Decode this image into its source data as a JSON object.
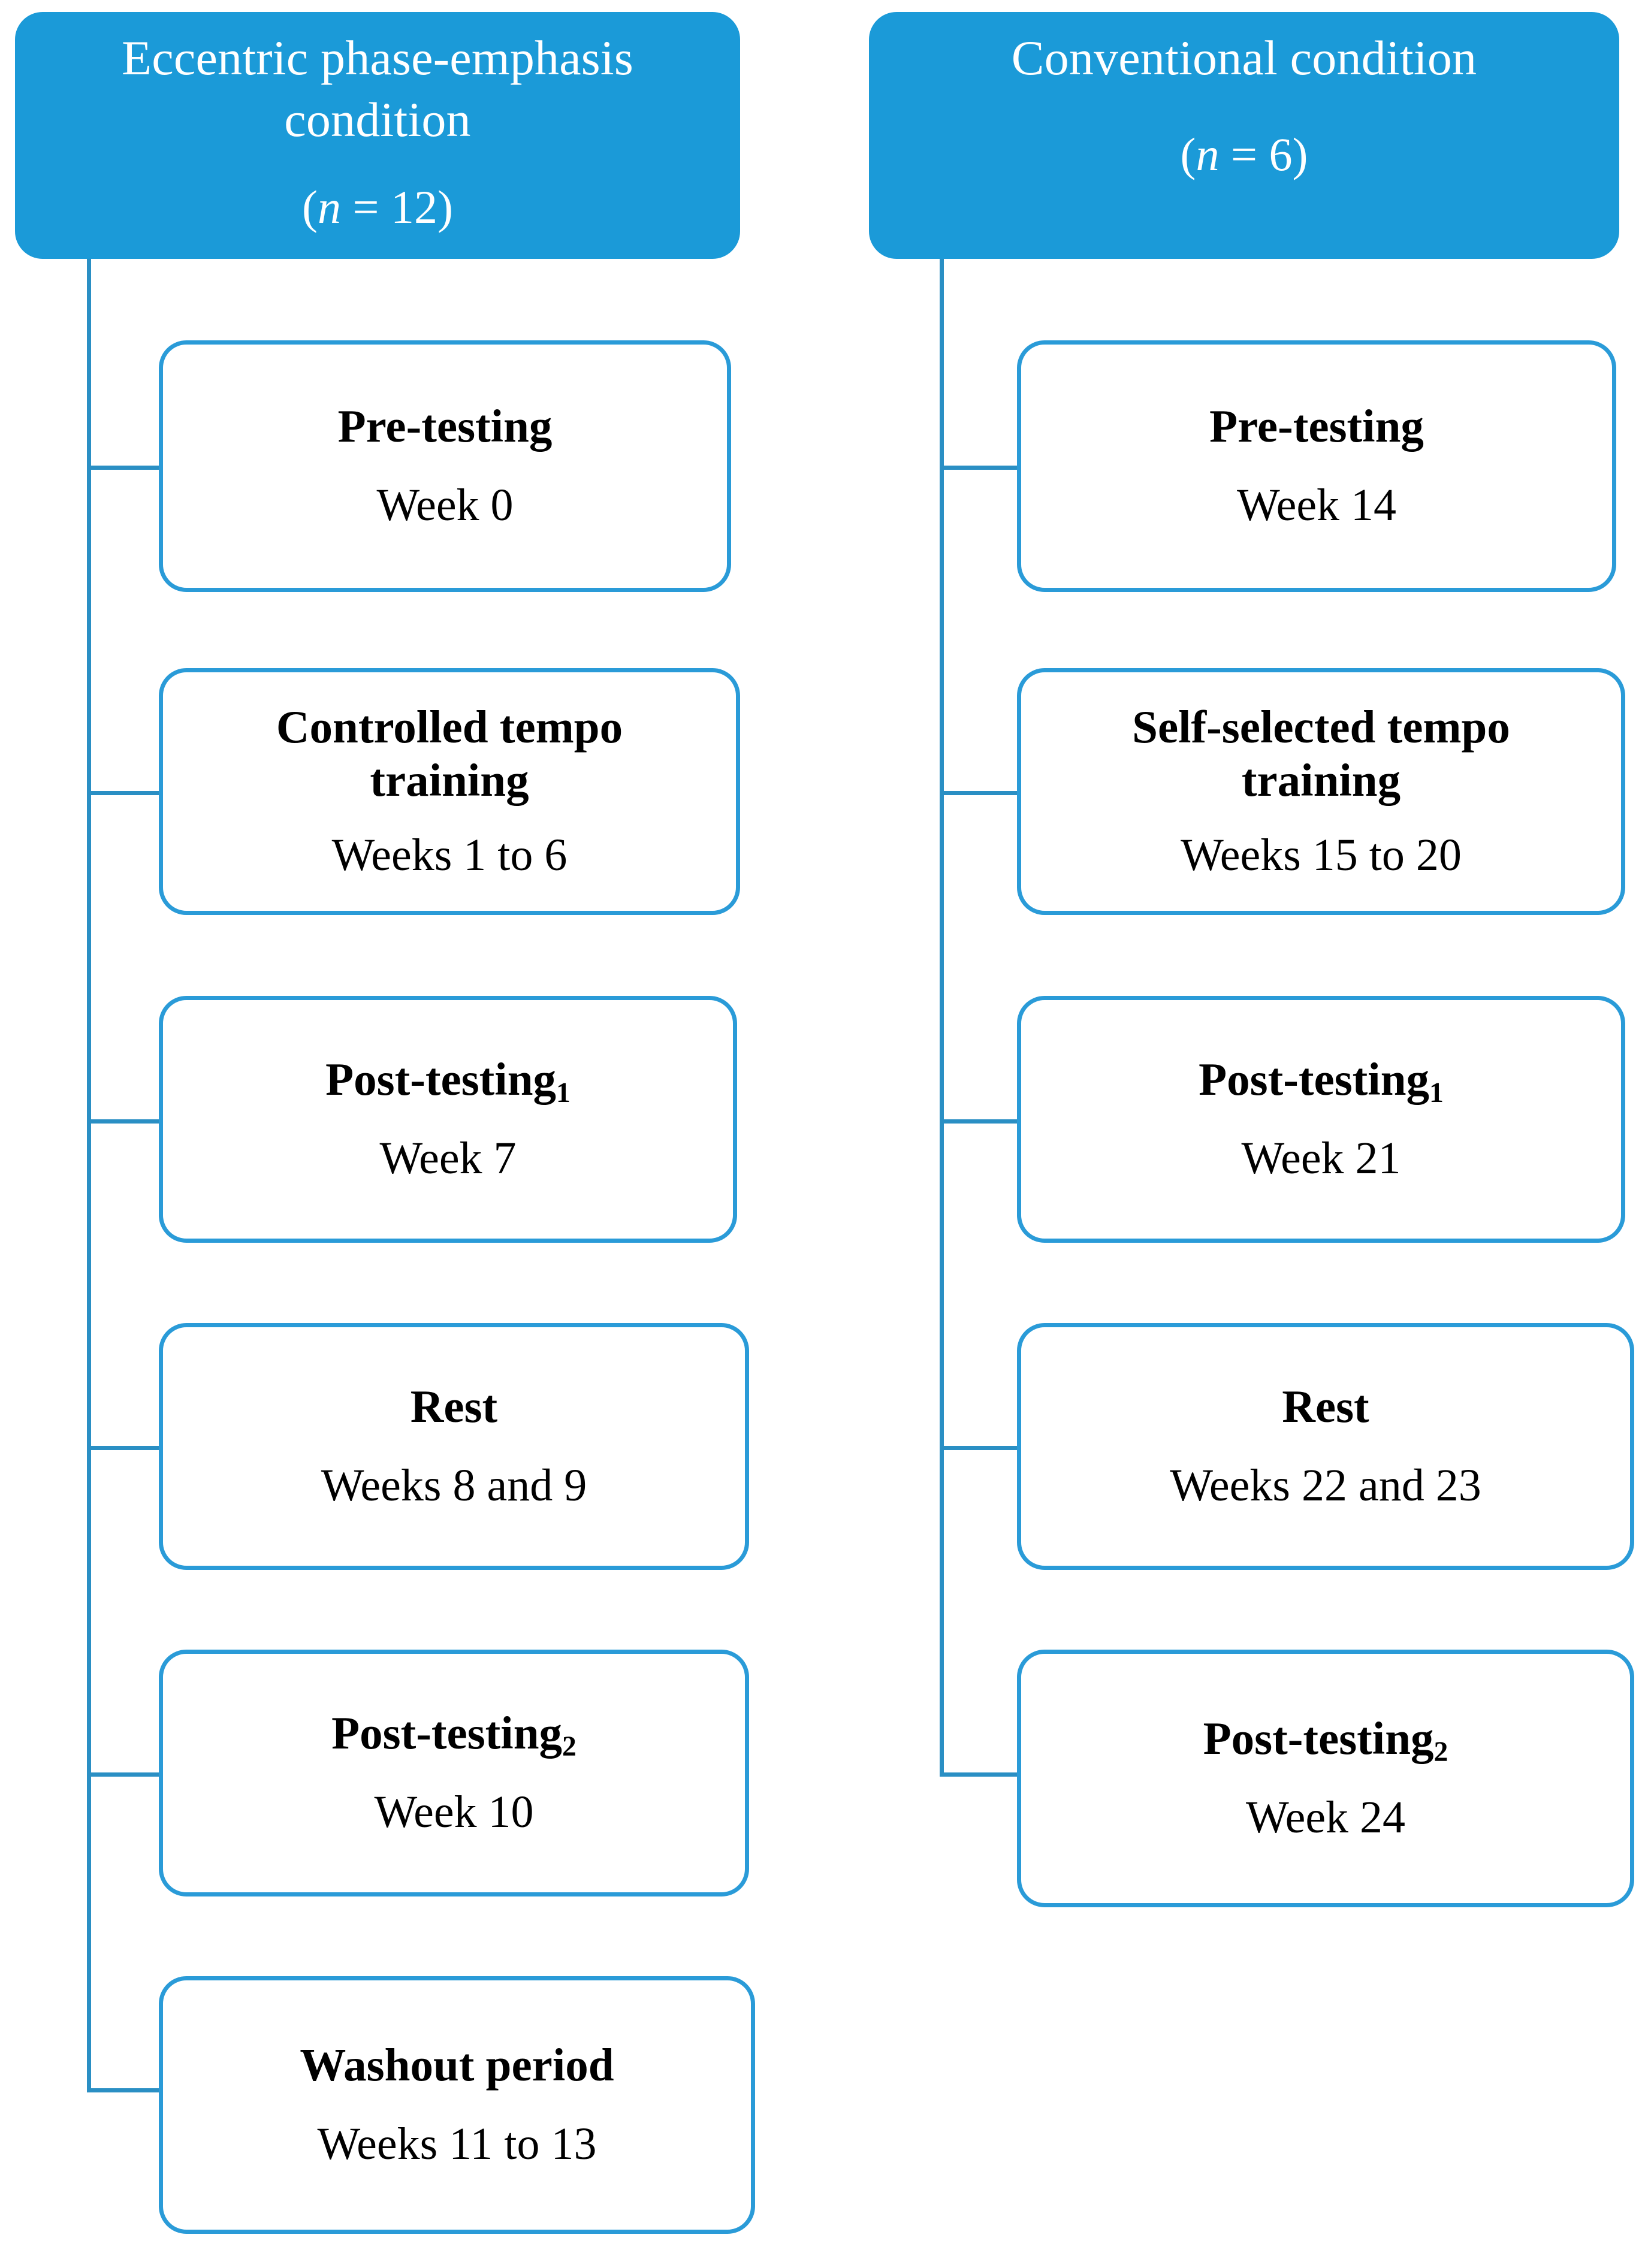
{
  "figure": {
    "type": "flowchart",
    "orientation": "two-column-timeline",
    "accent_color": "#1B9AD8",
    "box_border_color": "#2A9BD8",
    "connector_color": "#2A8FC4"
  },
  "columns": [
    {
      "id": "eccentric",
      "header": {
        "title": "Eccentric phase-emphasis\ncondition",
        "n_prefix": "(",
        "n_symbol": "n",
        "n_equals": " = ",
        "n_value": "12",
        "n_suffix": ")"
      },
      "steps": [
        {
          "title": "Pre-testing",
          "subscript": "",
          "period": "Week 0"
        },
        {
          "title": "Controlled tempo\ntraining",
          "subscript": "",
          "period": "Weeks 1 to 6"
        },
        {
          "title": "Post-testing",
          "subscript": "1",
          "period": "Week 7"
        },
        {
          "title": "Rest",
          "subscript": "",
          "period": "Weeks 8 and 9"
        },
        {
          "title": "Post-testing",
          "subscript": "2",
          "period": "Week 10"
        },
        {
          "title": "Washout period",
          "subscript": "",
          "period": "Weeks 11 to 13"
        }
      ]
    },
    {
      "id": "conventional",
      "header": {
        "title": "Conventional condition",
        "n_prefix": "(",
        "n_symbol": "n",
        "n_equals": " = ",
        "n_value": "6",
        "n_suffix": ")"
      },
      "steps": [
        {
          "title": "Pre-testing",
          "subscript": "",
          "period": "Week 14"
        },
        {
          "title": "Self-selected tempo\ntraining",
          "subscript": "",
          "period": "Weeks 15 to 20"
        },
        {
          "title": "Post-testing",
          "subscript": "1",
          "period": "Week 21"
        },
        {
          "title": "Rest",
          "subscript": "",
          "period": "Weeks 22 and 23"
        },
        {
          "title": "Post-testing",
          "subscript": "2",
          "period": "Week 24"
        }
      ]
    }
  ]
}
